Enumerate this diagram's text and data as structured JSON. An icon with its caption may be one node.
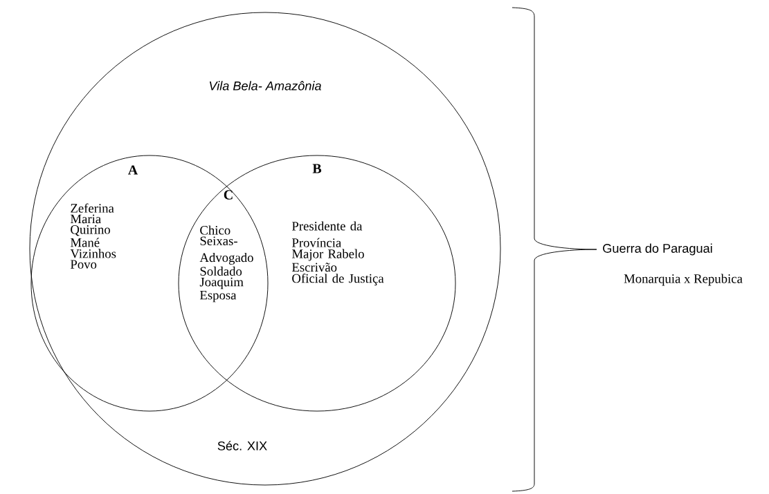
{
  "diagram": {
    "nodes": [
      {
        "text": [
          "Vila Bela- Amazônia",
          "Séc. XIX"
        ]
      },
      {
        "text": [
          "A",
          "Zeferina",
          "Maria",
          "Quirino",
          "Mané",
          "Vizinhos",
          "Povo"
        ],
        "in": 0
      },
      {
        "text": [
          "B",
          "Presidente da Província",
          "Major Rabelo",
          "Escrivão",
          "Oficial de Justiça"
        ],
        "in": 0
      },
      {
        "text": [
          "C",
          "Chico",
          "Seixas- Advogado",
          "Soldado",
          "Joaquim",
          "Esposa"
        ]
      }
    ],
    "labels": [
      "Guerra do Paraguai",
      "Monarquia x Repubica"
    ]
  }
}
